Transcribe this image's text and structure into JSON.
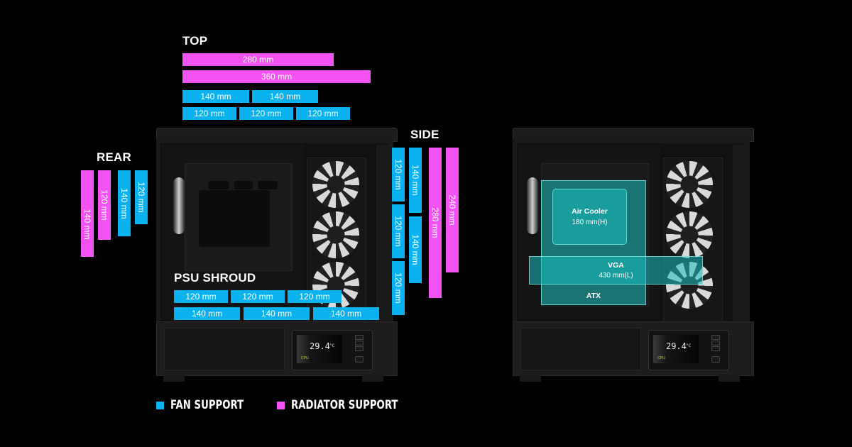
{
  "colors": {
    "fan": "#0cb2f0",
    "radiator": "#f253f2",
    "overlay": "#1abebe",
    "background": "#000000"
  },
  "sections": {
    "top": {
      "heading": "TOP",
      "radiator": [
        "280 mm",
        "360 mm"
      ],
      "fan_140": [
        "140 mm",
        "140 mm"
      ],
      "fan_120": [
        "120 mm",
        "120 mm",
        "120 mm"
      ]
    },
    "rear": {
      "heading": "REAR",
      "bars": [
        {
          "label": "140 mm",
          "type": "radiator"
        },
        {
          "label": "120 mm",
          "type": "radiator"
        },
        {
          "label": "140 mm",
          "type": "fan"
        },
        {
          "label": "120 mm",
          "type": "fan"
        }
      ]
    },
    "side": {
      "heading": "SIDE",
      "fan_120": [
        "120 mm",
        "120 mm",
        "120 mm"
      ],
      "fan_140": [
        "140 mm",
        "140 mm"
      ],
      "radiator": [
        "280 mm",
        "240 mm"
      ]
    },
    "psu_shroud": {
      "heading": "PSU SHROUD",
      "fan_120": [
        "120 mm",
        "120 mm",
        "120 mm"
      ],
      "fan_140": [
        "140 mm",
        "140 mm",
        "140 mm"
      ]
    }
  },
  "clearance": {
    "air_cooler": {
      "title": "Air Cooler",
      "value": "180 mm(H)"
    },
    "vga": {
      "title": "VGA",
      "value": "430 mm(L)"
    },
    "motherboard": {
      "title": "ATX"
    }
  },
  "display": {
    "temperature": "29.4",
    "unit": "°C",
    "tag": "CPU"
  },
  "legend": [
    {
      "label": "FAN SUPPORT",
      "color": "#0cb2f0"
    },
    {
      "label": "RADIATOR SUPPORT",
      "color": "#f253f2"
    }
  ]
}
